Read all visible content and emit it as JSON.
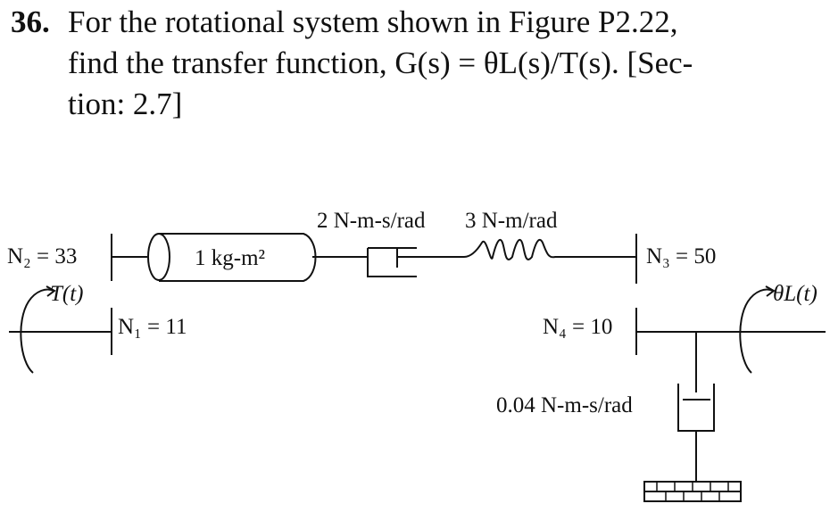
{
  "problem": {
    "number": "36.",
    "line1": "For the rotational system shown in Figure P2.22,",
    "line2": "find the transfer function, G(s) = θL(s)/T(s). [Sec-",
    "line3": "tion: 2.7]"
  },
  "figure": {
    "n2_label": "N₂ = 33",
    "t_label": "T(t)",
    "n1_label": "N₁ = 11",
    "inertia_label": "1 kg-m²",
    "damper1_label": "2 N-m-s/rad",
    "spring_label": "3 N-m/rad",
    "n3_label": "N₃ = 50",
    "n4_label": "N₄ = 10",
    "thetaL_label": "θL(t)",
    "damper2_label": "0.04 N-m-s/rad"
  }
}
